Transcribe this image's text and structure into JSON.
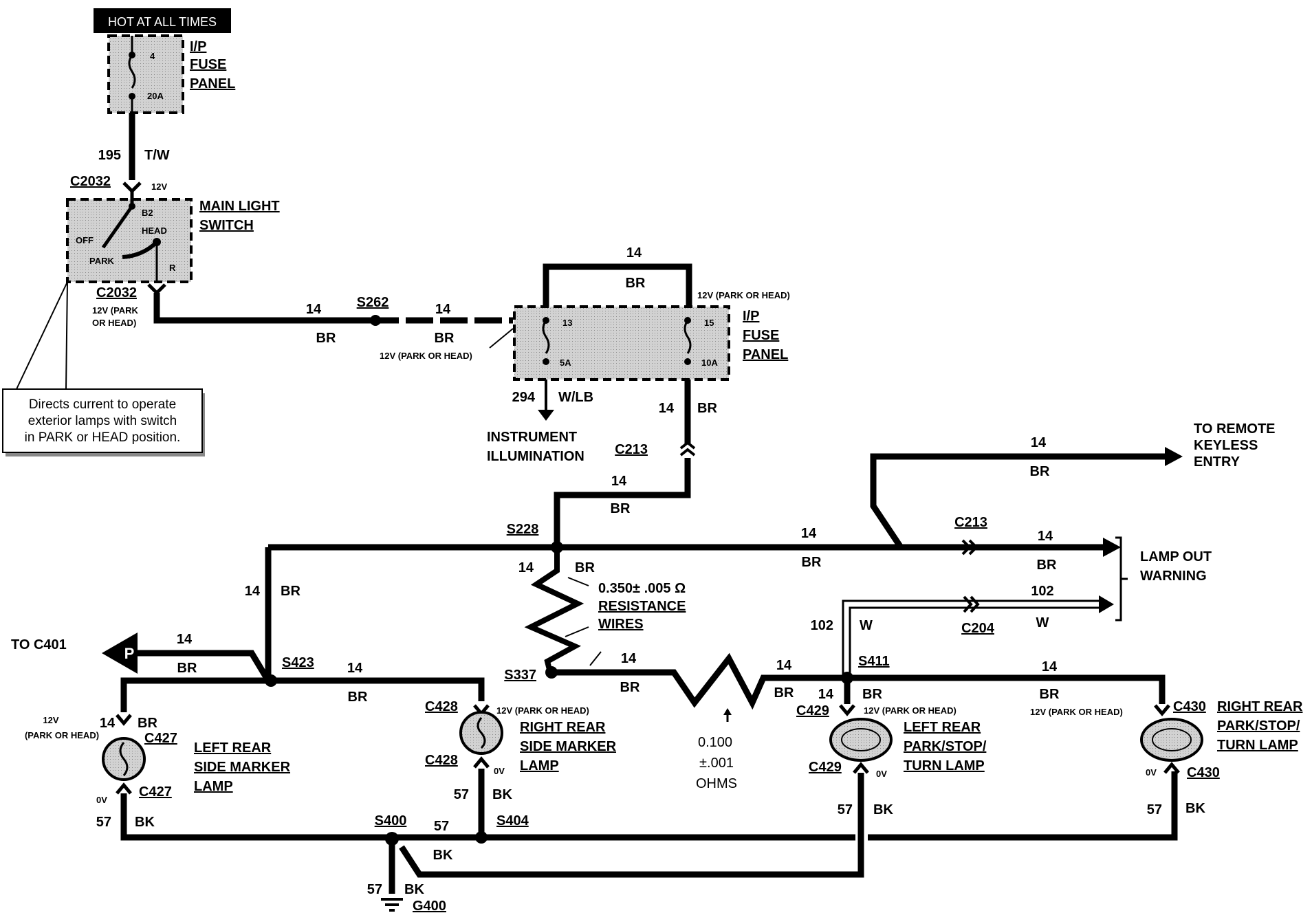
{
  "hot_label": "HOT AT ALL TIMES",
  "fuse_panel_top": {
    "line1": "I/P",
    "line2": "FUSE",
    "line3": "PANEL",
    "pin": "4",
    "rating": "20A"
  },
  "wire_195": {
    "num": "195",
    "color": "T/W"
  },
  "c2032_top": "C2032",
  "v12_top": "12V",
  "main_switch": {
    "line1": "MAIN LIGHT",
    "line2": "SWITCH",
    "b2": "B2",
    "head": "HEAD",
    "off": "OFF",
    "park": "PARK",
    "r": "R"
  },
  "c2032_bottom": "C2032",
  "v12_park_head_a": "12V (PARK",
  "v12_park_head_b": "OR HEAD)",
  "note": {
    "line1": "Directs current to operate",
    "line2": "exterior lamps with switch",
    "line3": "in PARK or HEAD position."
  },
  "w14": "14",
  "br": "BR",
  "s262": "S262",
  "v12_park_or_head": "12V (PARK OR HEAD)",
  "fuse_panel_mid": {
    "line1": "I/P",
    "line2": "FUSE",
    "line3": "PANEL",
    "pin13": "13",
    "pin15": "15",
    "r5": "5A",
    "r10": "10A"
  },
  "wire_294": {
    "num": "294",
    "color": "W/LB"
  },
  "instrument": {
    "line1": "INSTRUMENT",
    "line2": "ILLUMINATION"
  },
  "c213": "C213",
  "remote": {
    "line1": "TO REMOTE",
    "line2": "KEYLESS",
    "line3": "ENTRY"
  },
  "s228": "S228",
  "lamp_out": {
    "line1": "LAMP OUT",
    "line2": "WARNING"
  },
  "resistance": {
    "value": "0.350± .005 Ω",
    "line2": "RESISTANCE",
    "line3": "WIRES"
  },
  "wire_102": {
    "num": "102",
    "color": "W"
  },
  "c204": "C204",
  "to_c401": "TO C401",
  "p_letter": "P",
  "s423": "S423",
  "s337": "S337",
  "s411": "S411",
  "ohms": {
    "line1": "0.100",
    "line2": "±.001",
    "line3": "OHMS"
  },
  "c427": "C427",
  "c428": "C428",
  "c429": "C429",
  "c430": "C430",
  "left_side_marker": {
    "line1": "LEFT REAR",
    "line2": "SIDE MARKER",
    "line3": "LAMP"
  },
  "right_side_marker": {
    "line1": "RIGHT REAR",
    "line2": "SIDE MARKER",
    "line3": "LAMP"
  },
  "left_park": {
    "line1": "LEFT REAR",
    "line2": "PARK/STOP/",
    "line3": "TURN LAMP"
  },
  "right_park": {
    "line1": "RIGHT REAR",
    "line2": "PARK/STOP/",
    "line3": "TURN LAMP"
  },
  "v12": "12V",
  "park_or_head_paren": "(PARK OR HEAD)",
  "v0": "0V",
  "w57": "57",
  "bk": "BK",
  "s400": "S400",
  "s404": "S404",
  "g400": "G400"
}
